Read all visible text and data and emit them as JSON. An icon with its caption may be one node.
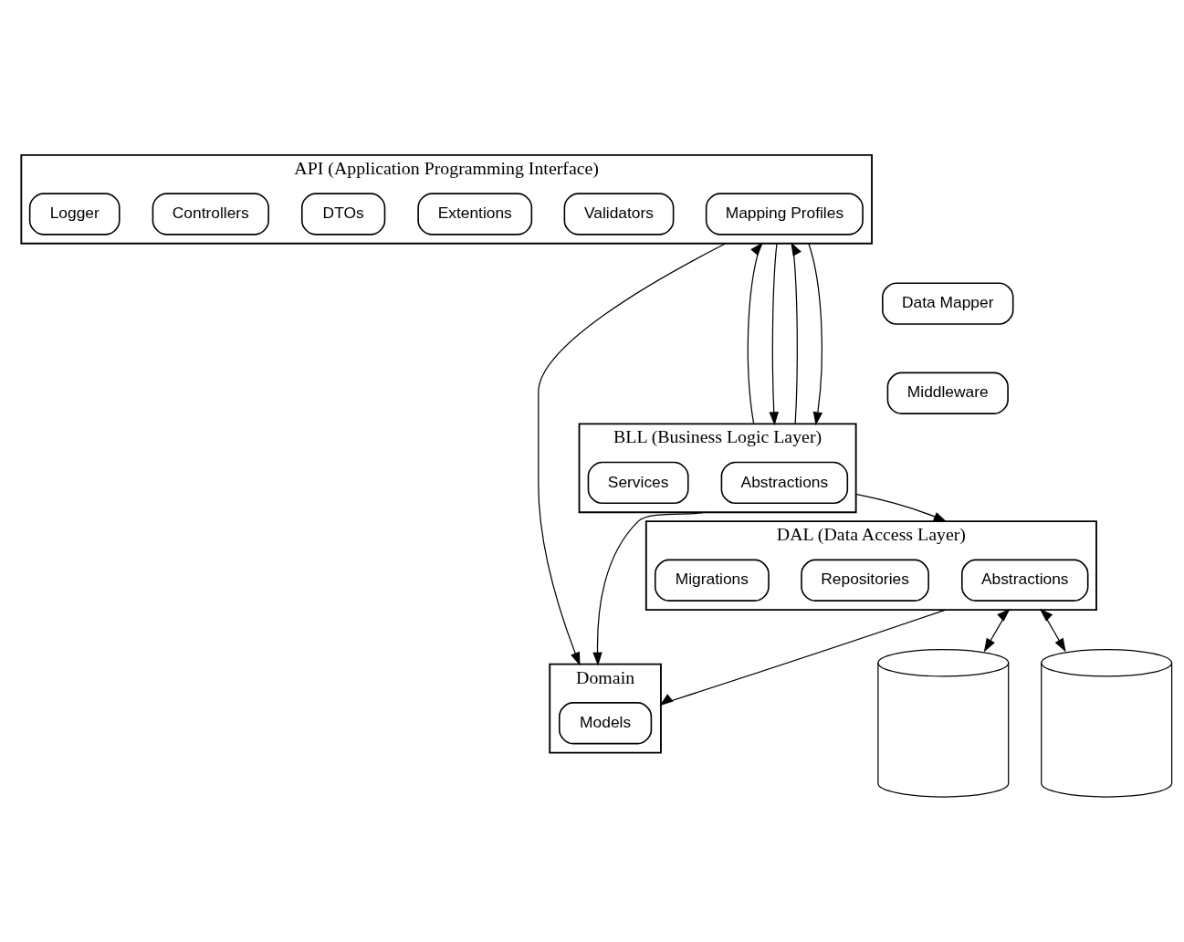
{
  "diagram": {
    "nodes": [
      {
        "text": [
          "API (Application Programming Interface)"
        ]
      },
      {
        "text": [
          "Mapping Profiles"
        ],
        "in": 0
      },
      {
        "text": [
          "Validators"
        ],
        "in": 0
      },
      {
        "text": [
          "Extentions"
        ],
        "in": 0
      },
      {
        "text": [
          "DTOs"
        ],
        "in": 0
      },
      {
        "text": [
          "Controllers"
        ],
        "in": 0
      },
      {
        "text": [
          "Logger"
        ],
        "in": 0
      },
      {
        "text": [
          "Data Mapper"
        ]
      },
      {
        "text": [
          "Middleware"
        ]
      },
      {
        "text": [
          "BLL (Business Logic Layer)"
        ]
      },
      {
        "text": [
          "Abstractions"
        ],
        "in": 9
      },
      {
        "text": [
          "Services"
        ],
        "in": 9
      },
      {
        "text": [
          "DAL (Data Access Layer)"
        ]
      },
      {
        "text": [
          "Abstractions"
        ],
        "in": 12
      },
      {
        "text": [
          "Repositories"
        ],
        "in": 12
      },
      {
        "text": [
          "Migrations"
        ],
        "in": 12
      },
      {
        "text": [
          "Domain"
        ]
      },
      {
        "text": [
          "Models"
        ],
        "in": 16
      },
      {
        "text": [],
        "shape": "cylinder"
      },
      {
        "text": [],
        "shape": "cylinder"
      }
    ],
    "edges": [
      {
        "from": 9,
        "to": 0,
        "arrow": "to"
      },
      {
        "from": 0,
        "to": 9,
        "arrow": "to"
      },
      {
        "from": 9,
        "to": 0,
        "arrow": "to"
      },
      {
        "from": 0,
        "to": 9,
        "arrow": "to"
      },
      {
        "from": 0,
        "to": 16,
        "arrow": "to"
      },
      {
        "from": 9,
        "to": 16,
        "arrow": "to"
      },
      {
        "from": 12,
        "to": 16,
        "arrow": "to"
      },
      {
        "from": 9,
        "to": 12,
        "arrow": "to"
      },
      {
        "from": 12,
        "to": 18,
        "arrow": "both"
      },
      {
        "from": 12,
        "to": 19,
        "arrow": "both"
      }
    ]
  }
}
